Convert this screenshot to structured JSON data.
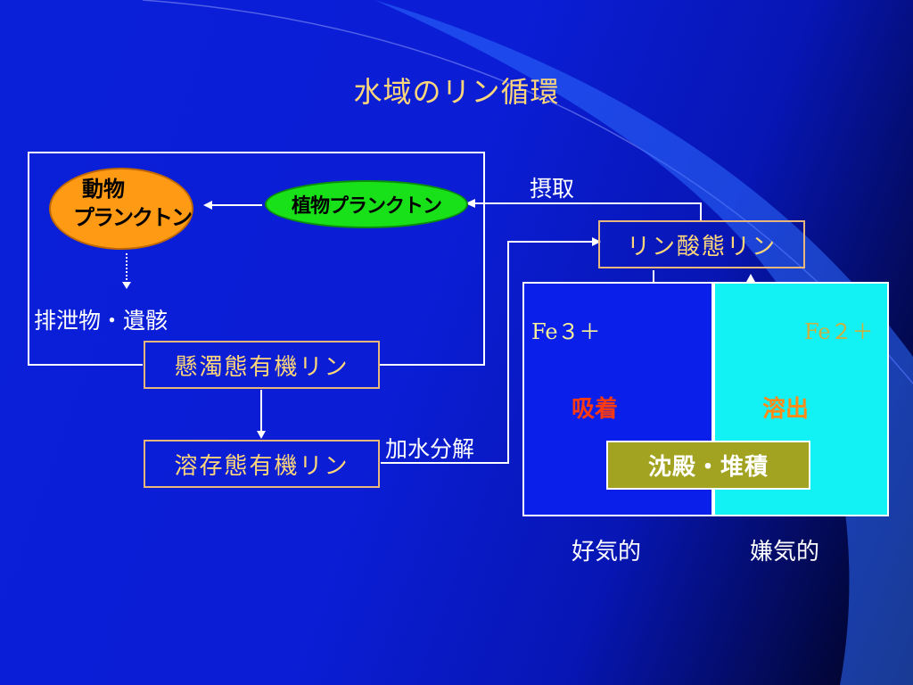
{
  "title": "水域のリン循環",
  "nodes": {
    "zooplankton_line1": "動物",
    "zooplankton_line2": "プランクトン",
    "phytoplankton": "植物プランクトン",
    "excretion": "排泄物・遺骸",
    "particulate_organic_p": "懸濁態有機リン",
    "dissolved_organic_p": "溶存態有機リン",
    "phosphate_p": "リン酸態リン",
    "precipitation": "沈殿・堆積"
  },
  "edge_labels": {
    "uptake": "摂取",
    "hydrolysis": "加水分解",
    "adsorption": "吸着",
    "release": "溶出"
  },
  "chem": {
    "fe3": "Fe３＋",
    "fe2": "Fe２＋"
  },
  "zones": {
    "aerobic": "好気的",
    "anaerobic": "嫌気的"
  },
  "colors": {
    "background": "#0a1fd8",
    "title_text": "#ffd77a",
    "zooplankton_fill": "#ff9a14",
    "phytoplankton_fill": "#19e119",
    "box_border": "#e9b77c",
    "aerobic_fill": "#0a20ea",
    "anaerobic_fill": "#12f2f5",
    "precipitation_fill": "#a3a322",
    "adsorption_text": "#ff3a10",
    "release_text": "#ff8a18"
  }
}
